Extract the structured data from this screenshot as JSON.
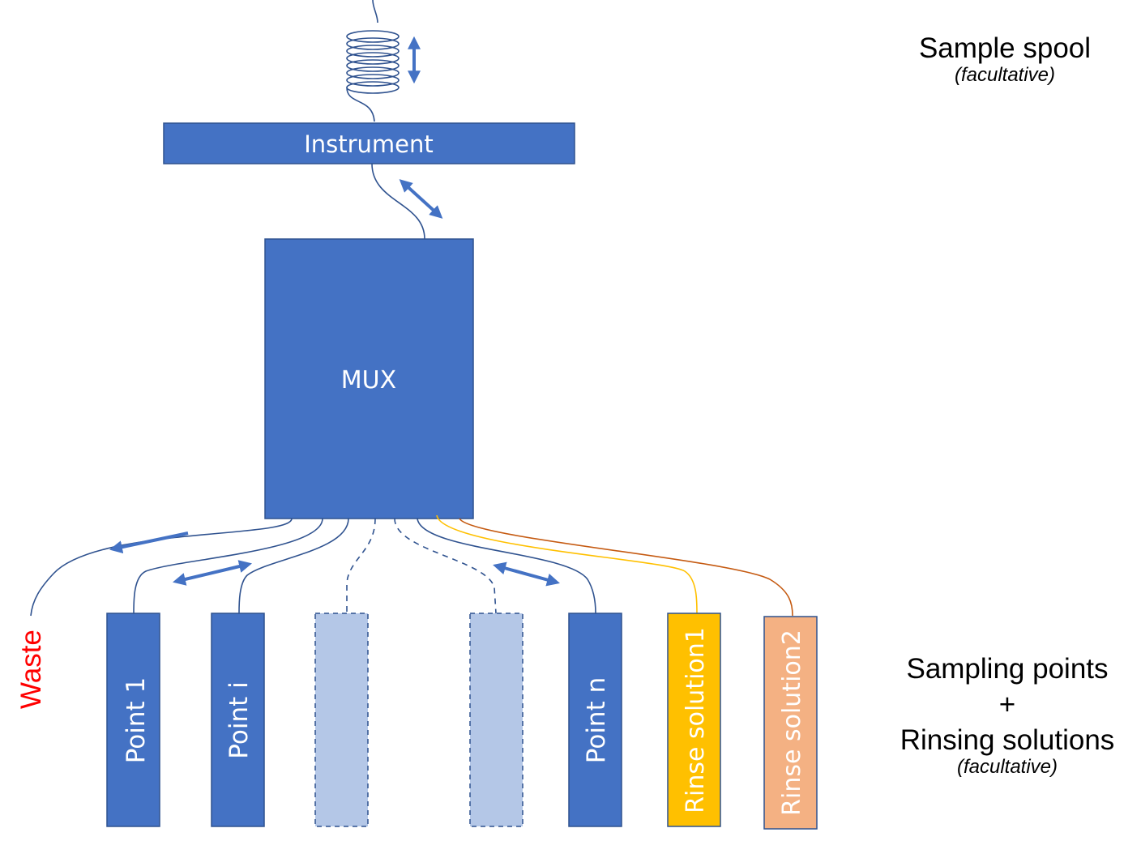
{
  "diagram": {
    "instrument": {
      "label": "Instrument"
    },
    "mux": {
      "label": "MUX"
    },
    "sample_spool": {
      "title": "Sample spool",
      "note": "(facultative)"
    },
    "sampling": {
      "title_line1": "Sampling points",
      "title_plus": "+",
      "title_line2": "Rinsing solutions",
      "note": "(facultative)"
    },
    "waste": {
      "label": "Waste"
    },
    "points": [
      {
        "label": "Point 1"
      },
      {
        "label": "Point i"
      },
      {
        "label": ""
      },
      {
        "label": ""
      },
      {
        "label": "Point n"
      },
      {
        "label": "Rinse solution1"
      },
      {
        "label": "Rinse solution2"
      }
    ]
  },
  "colors": {
    "box_blue": "#4472C4",
    "box_border": "#2F528F",
    "placeholder_fill": "#B4C7E7",
    "rinse1": "#FFC000",
    "rinse1_line": "#FFC000",
    "rinse2": "#F4B183",
    "rinse2_line": "#C55A11",
    "waste_text": "#FF0000",
    "tube": "#2F528F",
    "arrow": "#4472C4"
  },
  "icons": [
    "spool-coil-icon",
    "double-arrow-icon",
    "single-arrow-icon"
  ]
}
